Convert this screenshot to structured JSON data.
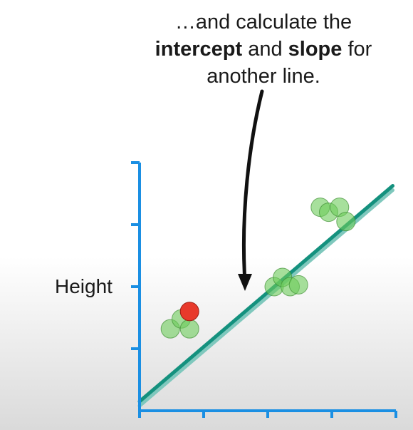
{
  "caption": {
    "line1": "…and calculate the",
    "bold1": "intercept",
    "mid": " and ",
    "bold2": "slope",
    "after": " for",
    "line3": "another line."
  },
  "axis": {
    "ylabel": "Height"
  },
  "colors": {
    "axis": "#1a8fe3",
    "line": "#14917e",
    "line_shadow": "#7fc8bd",
    "point_fill": "#6ccc5a",
    "point_stroke": "#3f8f33",
    "highlight": "#e8392b"
  },
  "chart_data": {
    "type": "scatter",
    "xlim": [
      0,
      4
    ],
    "ylim": [
      0,
      4
    ],
    "x_ticks": [
      1,
      2,
      3,
      4
    ],
    "y_ticks": [
      1,
      2,
      3,
      4
    ],
    "points": [
      {
        "x": 0.48,
        "y": 1.32
      },
      {
        "x": 0.65,
        "y": 1.48
      },
      {
        "x": 0.78,
        "y": 1.32
      },
      {
        "x": 2.1,
        "y": 2.0
      },
      {
        "x": 2.23,
        "y": 2.15
      },
      {
        "x": 2.35,
        "y": 2.0
      },
      {
        "x": 2.48,
        "y": 2.03
      },
      {
        "x": 2.82,
        "y": 3.28
      },
      {
        "x": 2.95,
        "y": 3.2
      },
      {
        "x": 3.12,
        "y": 3.28
      },
      {
        "x": 3.22,
        "y": 3.05
      }
    ],
    "highlight_point": {
      "x": 0.78,
      "y": 1.6
    },
    "line": {
      "intercept": 0.15,
      "slope": 0.88
    },
    "line_shadow": {
      "intercept": 0.08,
      "slope": 0.88
    }
  }
}
